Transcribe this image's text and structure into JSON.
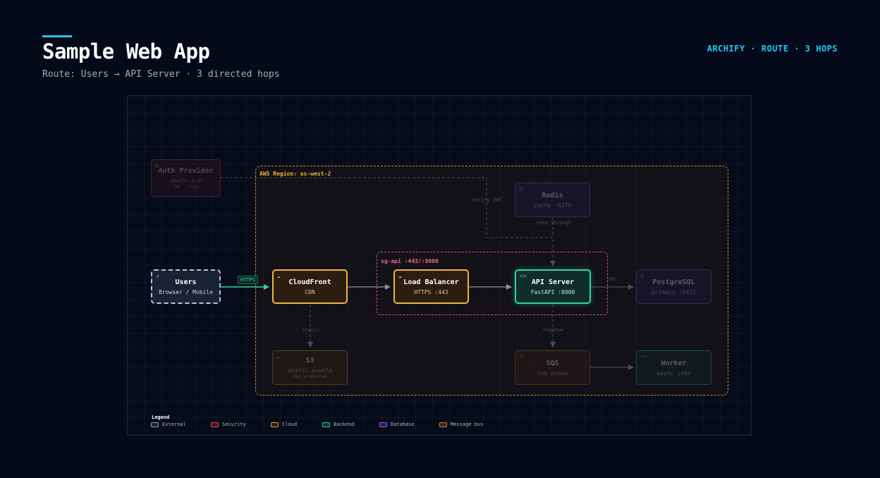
{
  "header": {
    "title": "Sample Web App",
    "subtitle": "Route: Users → API Server · 3 directed hops",
    "brand": "ARCHIFY · ROUTE · 3 HOPS"
  },
  "regions": {
    "aws": "AWS Region: us-west-2",
    "sg": "sg-api :443/:8000"
  },
  "nodes": {
    "users": {
      "title": "Users",
      "sub": "Browser / Mobile",
      "icon": "external-link-icon"
    },
    "auth": {
      "title": "Auth Provider",
      "sub": "OAuth 2.0",
      "sub2": "JWT · PKCE",
      "icon": "shield-icon"
    },
    "cloudfront": {
      "title": "CloudFront",
      "sub": "CDN",
      "icon": "cloud-icon"
    },
    "lb": {
      "title": "Load Balancer",
      "sub": "HTTPS :443",
      "icon": "cloud-icon"
    },
    "api": {
      "title": "API Server",
      "sub": "FastAPI :8000",
      "icon": "code-icon"
    },
    "redis": {
      "title": "Redis",
      "sub": "cache :6379",
      "icon": "database-icon"
    },
    "postgres": {
      "title": "PostgreSQL",
      "sub": "primary :5432",
      "icon": "database-icon"
    },
    "s3": {
      "title": "S3",
      "sub": "static assets",
      "sub2": "OAI protected",
      "icon": "cloud-icon"
    },
    "sqs": {
      "title": "SQS",
      "sub": "job queue",
      "icon": "queue-icon"
    },
    "worker": {
      "title": "Worker",
      "sub": "async jobs",
      "icon": "code-icon"
    }
  },
  "edges": {
    "https": "HTTPS",
    "verify_jwt": "verify JWT",
    "read_through": "read-through",
    "sql": "SQL",
    "static": "static",
    "enqueue": "enqueue"
  },
  "legend": {
    "title": "Legend",
    "items": [
      {
        "label": "External",
        "color": "#8fa0b8"
      },
      {
        "label": "Security",
        "color": "#e04a66"
      },
      {
        "label": "Cloud",
        "color": "#e0a030"
      },
      {
        "label": "Backend",
        "color": "#2fd49c"
      },
      {
        "label": "Database",
        "color": "#9a5cf0"
      },
      {
        "label": "Message bus",
        "color": "#e07a30"
      }
    ]
  },
  "colors": {
    "accent": "#22c7ee",
    "route": "#2fd49c",
    "cloud": "#e0a030",
    "security": "#e04a66",
    "database": "#9a5cf0",
    "message_bus": "#e07a30",
    "external": "#8fa0b8"
  }
}
